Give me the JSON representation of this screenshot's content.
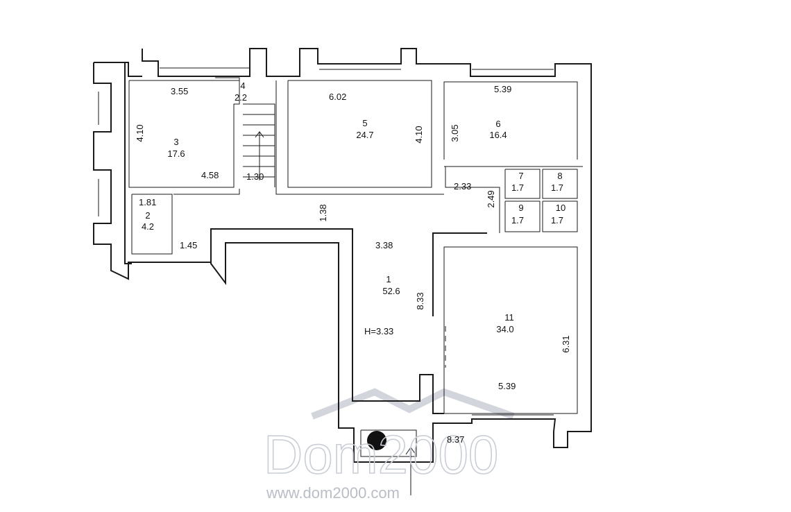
{
  "rooms": [
    {
      "num": "1",
      "area": "52.6"
    },
    {
      "num": "2",
      "area": "4.2"
    },
    {
      "num": "3",
      "area": "17.6"
    },
    {
      "num": "4",
      "area": "2.2"
    },
    {
      "num": "5",
      "area": "24.7"
    },
    {
      "num": "6",
      "area": "16.4"
    },
    {
      "num": "7",
      "area": "1.7"
    },
    {
      "num": "8",
      "area": "1.7"
    },
    {
      "num": "9",
      "area": "1.7"
    },
    {
      "num": "10",
      "area": "1.7"
    },
    {
      "num": "11",
      "area": "34.0"
    }
  ],
  "dimensions": [
    "3.55",
    "4.10",
    "4.58",
    "1.81",
    "1.45",
    "1.30",
    "6.02",
    "4.10",
    "5.39",
    "3.05",
    "2.33",
    "2.49",
    "1.38",
    "3.38",
    "8.33",
    "5.39",
    "6.31",
    "8.37"
  ],
  "height_label": "H=3.33",
  "watermark": {
    "logo": "Dom2000",
    "url": "www.dom2000.com"
  }
}
